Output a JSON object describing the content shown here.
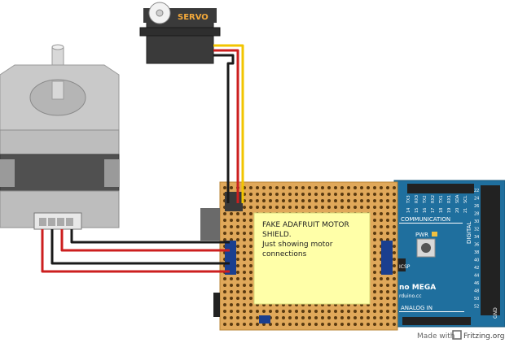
{
  "servo": {
    "label": "SERVO"
  },
  "note": {
    "line1": "FAKE ADAFRUIT MOTOR",
    "line2": "SHIELD.",
    "line3": "Just showing motor",
    "line4": "connections"
  },
  "arduino": {
    "communication": "COMMUNICATION",
    "pwr": "PWR",
    "icsp": "ICSP",
    "model": "no MEGA",
    "brand": "rduino.cc",
    "analog": "ANALOG IN",
    "digital": "DIGITAL",
    "gnd": "GND",
    "pins_left": [
      "TX3",
      "RX3",
      "TX2",
      "RX2",
      "TX1",
      "RX1",
      "SDA",
      "SCL"
    ],
    "pins_top_nums": [
      "14",
      "15",
      "16",
      "17",
      "18",
      "19",
      "20",
      "21"
    ],
    "pins_right": [
      "22",
      "24",
      "26",
      "28",
      "30",
      "32",
      "34",
      "36",
      "38",
      "40",
      "42",
      "44",
      "46",
      "48",
      "50",
      "52"
    ]
  },
  "footer": {
    "made_with": "Made with",
    "brand": "Fritzing.org"
  },
  "colors": {
    "wire_red": "#cc1f1f",
    "wire_black": "#1a1a1a",
    "wire_yellow": "#f2c500",
    "arduino_blue": "#1f6f9e",
    "protoboard": "#e0a85a",
    "note_bg": "#ffffa8"
  }
}
